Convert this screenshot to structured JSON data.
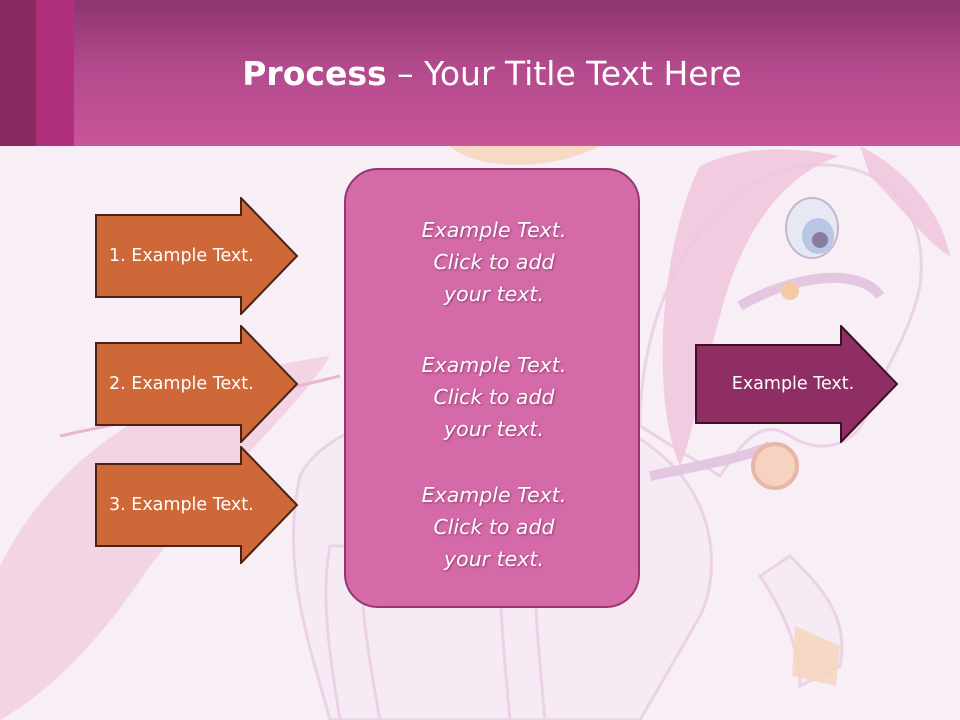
{
  "header": {
    "title_bold": "Process",
    "title_rest": " – Your Title Text Here"
  },
  "left_arrows": [
    {
      "label": "1. Example Text."
    },
    {
      "label": "2. Example Text."
    },
    {
      "label": "3. Example Text."
    }
  ],
  "center_box": {
    "blocks": [
      {
        "line1": "Example Text.",
        "line2": "Click  to add",
        "line3": "your text."
      },
      {
        "line1": "Example Text.",
        "line2": "Click  to add",
        "line3": "your text."
      },
      {
        "line1": "Example Text.",
        "line2": "Click  to add",
        "line3": "your text."
      }
    ]
  },
  "right_arrow": {
    "label": "Example Text."
  },
  "colors": {
    "header": "#c9549a",
    "left_arrow_fill": "#cf6838",
    "center_box_fill": "#d56aa8",
    "right_arrow_fill": "#8e2e62",
    "background": "#f8eef6"
  }
}
